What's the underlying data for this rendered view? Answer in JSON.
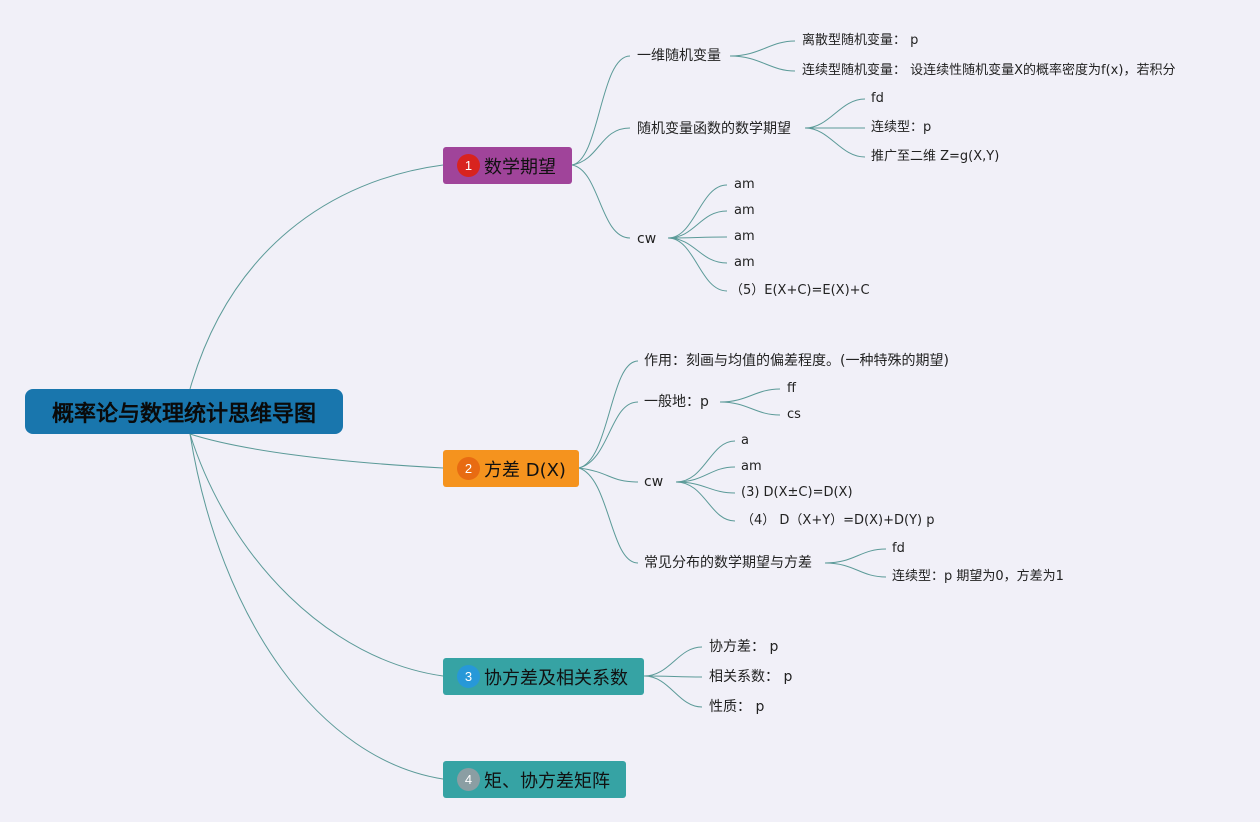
{
  "root": {
    "label": "概率论与数理统计思维导图"
  },
  "branches": [
    {
      "num": "1",
      "label": "数学期望",
      "children": [
        {
          "label": "一维随机变量",
          "leaves": [
            "离散型随机变量： p",
            "连续型随机变量： 设连续性随机变量X的概率密度为f(x)，若积分"
          ]
        },
        {
          "label": "随机变量函数的数学期望",
          "leaves": [
            "fd",
            "连续型：p",
            "推广至二维 Z=g(X,Y)"
          ]
        },
        {
          "label": "cw",
          "leaves": [
            "am",
            "am",
            "am",
            "am",
            "（5）E(X+C)=E(X)+C"
          ]
        }
      ]
    },
    {
      "num": "2",
      "label": "方差 D(X)",
      "children": [
        {
          "label": "作用：刻画与均值的偏差程度。(一种特殊的期望)",
          "leaves": []
        },
        {
          "label": "一般地：p",
          "leaves": [
            "ff",
            "cs"
          ]
        },
        {
          "label": "cw",
          "leaves": [
            "a",
            "am",
            "(3) D(X±C)=D(X)",
            "（4） D（X+Y）=D(X)+D(Y) p"
          ]
        },
        {
          "label": "常见分布的数学期望与方差",
          "leaves": [
            "fd",
            "连续型：p 期望为0，方差为1"
          ]
        }
      ]
    },
    {
      "num": "3",
      "label": "协方差及相关系数",
      "children": [
        {
          "label": "协方差： p",
          "leaves": []
        },
        {
          "label": "相关系数： p",
          "leaves": []
        },
        {
          "label": "性质： p",
          "leaves": []
        }
      ]
    },
    {
      "num": "4",
      "label": "矩、协方差矩阵",
      "children": []
    }
  ]
}
